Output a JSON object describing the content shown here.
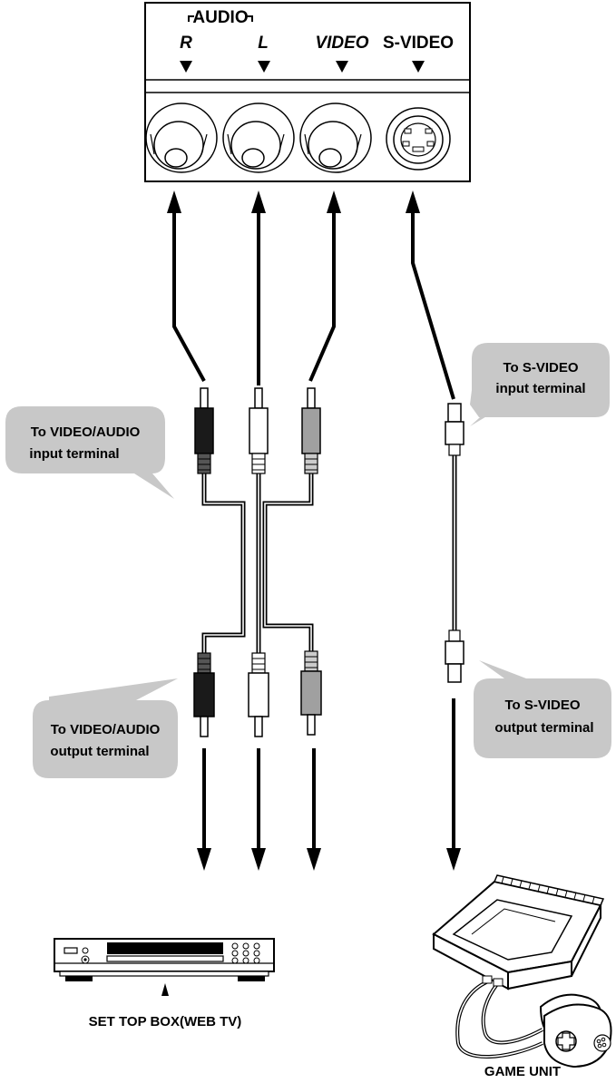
{
  "panel": {
    "audio_label": "AUDIO",
    "r_label": "R",
    "l_label": "L",
    "video_label": "VIDEO",
    "svideo_label": "S-VIDEO"
  },
  "callouts": {
    "video_audio_input": [
      "To VIDEO/AUDIO",
      "input terminal"
    ],
    "svideo_input": [
      "To S-VIDEO",
      "input terminal"
    ],
    "video_audio_output": [
      "To VIDEO/AUDIO",
      "output terminal"
    ],
    "svideo_output": [
      "To S-VIDEO",
      "output terminal"
    ]
  },
  "devices": {
    "set_top_box_label": "SET TOP BOX(WEB TV)",
    "game_unit_label": "GAME UNIT"
  },
  "colors": {
    "callout_fill": "#c8c8c8",
    "plug_dark": "#1a1a1a",
    "plug_grey": "#a0a0a0",
    "plug_white": "#ffffff"
  }
}
